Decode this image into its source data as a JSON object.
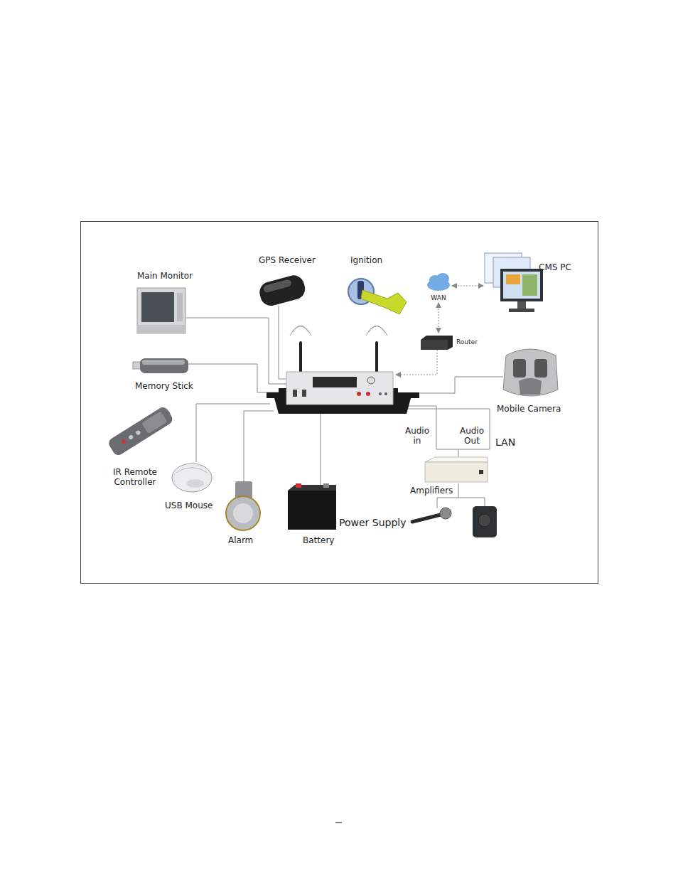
{
  "diagram": {
    "nodes": [
      {
        "text": [
          "Main Monitor"
        ]
      },
      {
        "text": [
          "GPS Receiver"
        ]
      },
      {
        "text": [
          "Ignition"
        ]
      },
      {
        "text": [
          "CMS PC"
        ]
      },
      {
        "text": [
          "WAN"
        ]
      },
      {
        "text": [
          "Router"
        ]
      },
      {
        "text": [
          "Memory Stick"
        ]
      },
      {
        "text": [
          "Mobile Camera"
        ]
      },
      {
        "text": [
          "IR Remote Controller"
        ]
      },
      {
        "text": [
          "USB Mouse"
        ]
      },
      {
        "text": [
          "Amplifiers"
        ]
      },
      {
        "text": [
          "Alarm"
        ]
      },
      {
        "text": [
          "Battery"
        ]
      }
    ],
    "edges": [
      {
        "from": 4,
        "to": 3,
        "arrow": "both"
      },
      {
        "from": 5,
        "to": 4,
        "arrow": "both"
      }
    ],
    "labels": [
      "Audio in",
      "Audio Out",
      "LAN",
      "Power Supply"
    ]
  }
}
